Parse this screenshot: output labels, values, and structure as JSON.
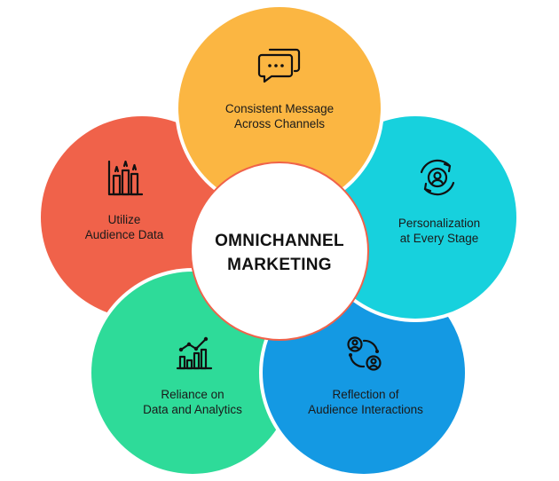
{
  "center": {
    "line1": "OMNICHANNEL",
    "line2": "MARKETING"
  },
  "petals": [
    {
      "id": "consistent-message",
      "line1": "Consistent Message",
      "line2": "Across Channels",
      "color": "#FBB642",
      "icon": "chat-bubbles-icon"
    },
    {
      "id": "personalization",
      "line1": "Personalization",
      "line2": "at Every Stage",
      "color": "#17D1DD",
      "icon": "refresh-user-icon"
    },
    {
      "id": "reflection",
      "line1": "Reflection of",
      "line2": "Audience Interactions",
      "color": "#1499E3",
      "icon": "network-users-icon"
    },
    {
      "id": "reliance",
      "line1": "Reliance on",
      "line2": "Data and Analytics",
      "color": "#2EDB99",
      "icon": "analytics-chart-icon"
    },
    {
      "id": "utilize",
      "line1": "Utilize",
      "line2": "Audience Data",
      "color": "#F0624A",
      "icon": "bar-chart-icon"
    }
  ]
}
